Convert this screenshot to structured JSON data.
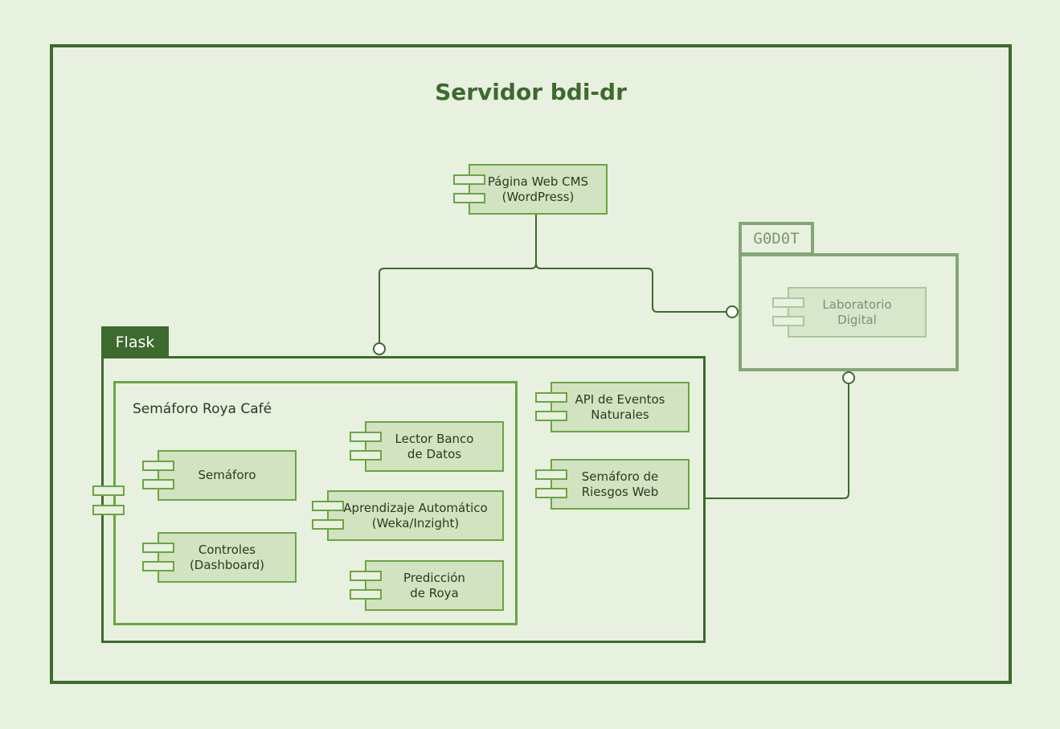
{
  "server": {
    "title": "Servidor bdi-dr"
  },
  "cms": {
    "label": "Página Web CMS\n(WordPress)"
  },
  "godot": {
    "tab": "G0D0T",
    "lab": {
      "label": "Laboratorio\nDigital"
    }
  },
  "flask": {
    "tab": "Flask",
    "semaforo_roya": {
      "title": "Semáforo Roya Café",
      "components": {
        "semaforo": "Semáforo",
        "controles": "Controles\n(Dashboard)",
        "lector": "Lector Banco\nde Datos",
        "aprendizaje": "Aprendizaje Automático\n(Weka/Inzight)",
        "prediccion": "Predicción\nde Roya"
      }
    },
    "api_eventos": "API de Eventos\nNaturales",
    "semaforo_riesgos": "Semáforo de\nRiesgos Web"
  },
  "colors": {
    "dark_green": "#3d6a2d",
    "component_fill": "#d1e3c0",
    "component_border": "#6aa640",
    "faded_border": "#84a676",
    "background": "#e8f0e0"
  }
}
